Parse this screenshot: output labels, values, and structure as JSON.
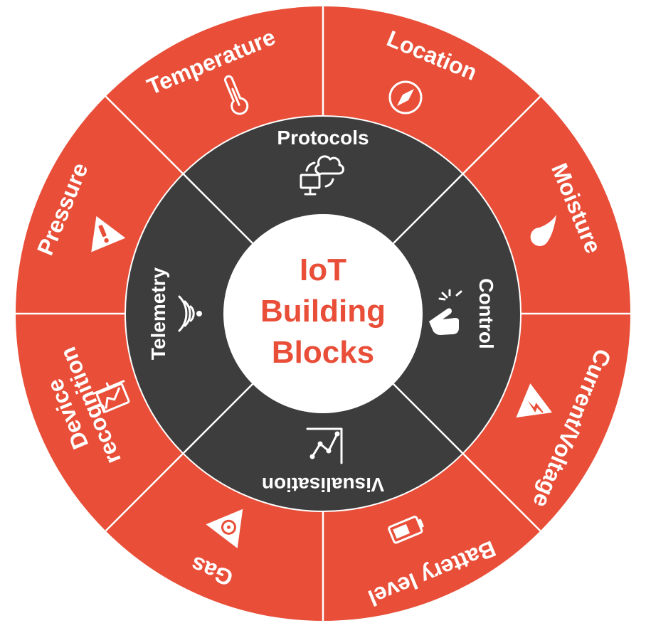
{
  "colors": {
    "outer_ring": "#E84E38",
    "inner_ring": "#3D3D3D",
    "center": "#FFFFFF",
    "center_text": "#E84E38",
    "divider": "#FFFFFF",
    "label": "#FFFFFF"
  },
  "center": {
    "line1": "IoT",
    "line2": "Building",
    "line3": "Blocks"
  },
  "inner": [
    {
      "key": "protocols",
      "label": "Protocols",
      "icon": "cloud-sync-computer-icon"
    },
    {
      "key": "control",
      "label": "Control",
      "icon": "hand-pinch-icon"
    },
    {
      "key": "visualisation",
      "label": "Visualisation",
      "icon": "line-graph-icon"
    },
    {
      "key": "telemetry",
      "label": "Telemetry",
      "icon": "wifi-signal-icon"
    }
  ],
  "outer": [
    {
      "key": "temperature",
      "label": "Temperature",
      "icon": "thermometer-icon"
    },
    {
      "key": "location",
      "label": "Location",
      "icon": "compass-icon"
    },
    {
      "key": "moisture",
      "label": "Moisture",
      "icon": "water-drop-icon"
    },
    {
      "key": "current_voltage",
      "label": "Current/Voltage",
      "icon": "high-voltage-warning-icon"
    },
    {
      "key": "battery",
      "label": "Battery level",
      "icon": "battery-icon"
    },
    {
      "key": "gas",
      "label": "Gas",
      "icon": "biohazard-warning-icon"
    },
    {
      "key": "device_recognition",
      "label_line1": "Device",
      "label_line2": "recognition",
      "icon": "monitor-chart-icon"
    },
    {
      "key": "pressure",
      "label": "Pressure",
      "icon": "exclamation-warning-icon"
    }
  ]
}
